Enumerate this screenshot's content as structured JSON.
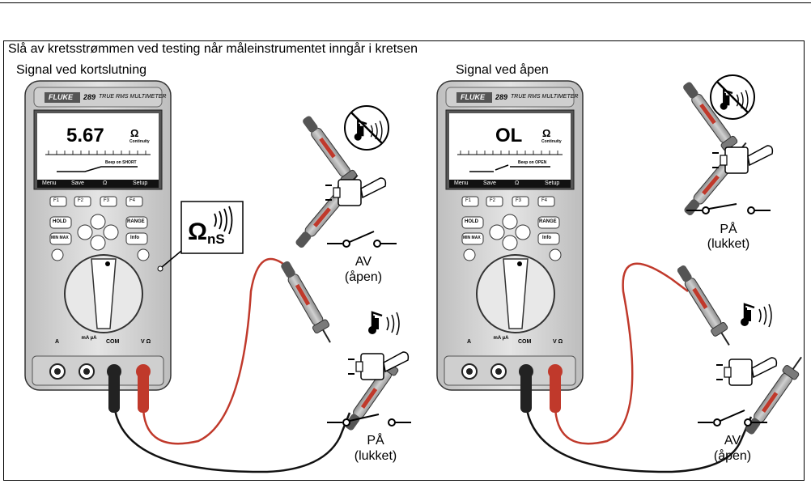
{
  "instruction": "Slå av kretsstrømmen ved testing når måleinstrumentet inngår i kretsen",
  "panels": [
    {
      "title": "Signal ved kortslutning",
      "meter": {
        "brand": "FLUKE",
        "model": "289",
        "subtitle": "TRUE RMS MULTIMETER",
        "reading": "5.67",
        "unit": "Ω",
        "mode": "Continuity",
        "beep_text": "Beep on SHORT",
        "softkeys": [
          "Menu",
          "Save",
          "Ω",
          "Setup"
        ],
        "fkeys": [
          "F1",
          "F2",
          "F3",
          "F4"
        ],
        "buttons": [
          "HOLD",
          "RANGE",
          "MIN MAX",
          "Info"
        ],
        "jacks": [
          "A",
          "mA µA",
          "COM",
          "V Ω"
        ]
      },
      "zoom_symbol": "Ω",
      "zoom_sub": "nS",
      "switch_top": {
        "state": "AV",
        "sub": "(åpen)"
      },
      "switch_bottom": {
        "state": "PÅ",
        "sub": "(lukket)"
      }
    },
    {
      "title": "Signal ved åpen",
      "meter": {
        "brand": "FLUKE",
        "model": "289",
        "subtitle": "TRUE RMS MULTIMETER",
        "reading": "OL",
        "unit": "Ω",
        "mode": "Continuity",
        "beep_text": "Beep on OPEN",
        "softkeys": [
          "Menu",
          "Save",
          "Ω",
          "Setup"
        ],
        "fkeys": [
          "F1",
          "F2",
          "F3",
          "F4"
        ],
        "buttons": [
          "HOLD",
          "RANGE",
          "MIN MAX",
          "Info"
        ],
        "jacks": [
          "A",
          "mA µA",
          "COM",
          "V Ω"
        ]
      },
      "switch_top": {
        "state": "PÅ",
        "sub": "(lukket)"
      },
      "switch_bottom": {
        "state": "AV",
        "sub": "(åpen)"
      }
    }
  ]
}
